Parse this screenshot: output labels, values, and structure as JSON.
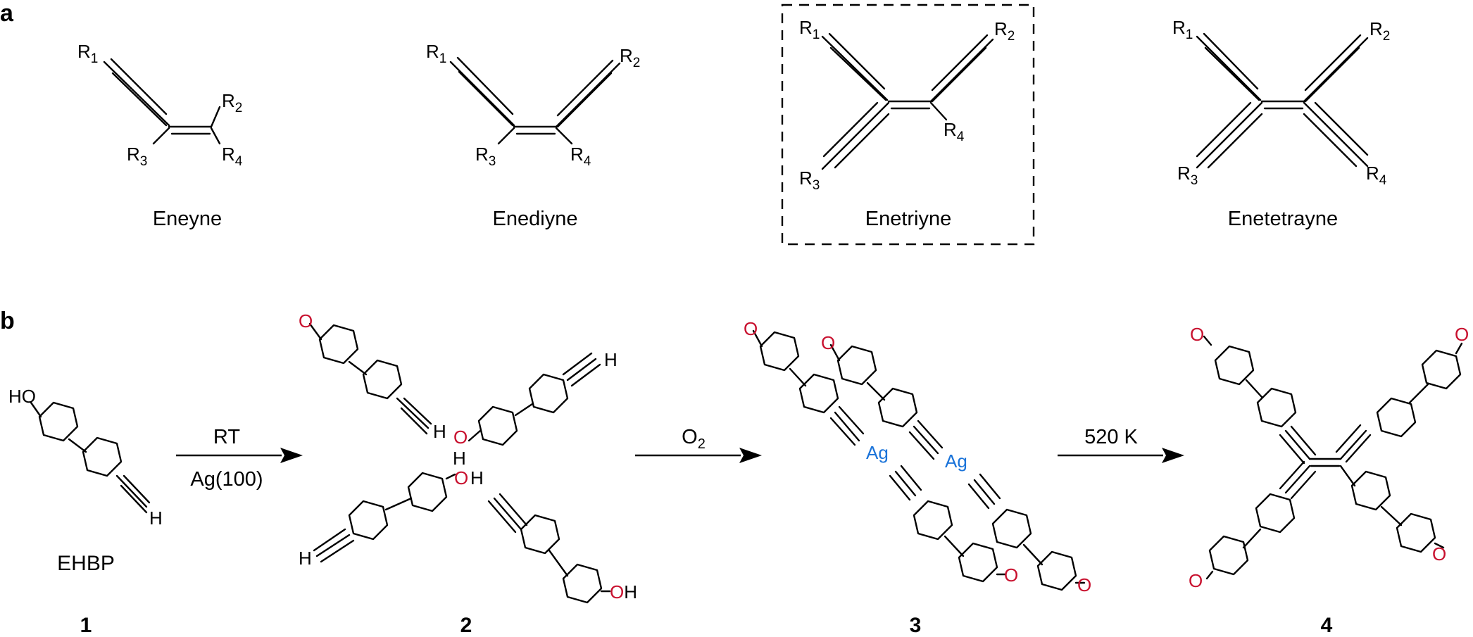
{
  "panels": [
    {
      "label": "a"
    },
    {
      "label": "b"
    }
  ],
  "panel_a": {
    "names": [
      "Eneyne",
      "Enediyne",
      "Enetriyne",
      "Enetetrayne"
    ]
  },
  "subst": {
    "r": "R",
    "s1": "1",
    "s2": "2",
    "s3": "3",
    "s4": "4"
  },
  "atoms": {
    "ho": "HO",
    "h": "H",
    "o": "O",
    "oh": "OH",
    "ag": "Ag",
    "o2_o": "O",
    "o2_sub": "2"
  },
  "reactions": [
    {
      "line1": "RT",
      "line2": "Ag(100)"
    },
    {
      "line1": "O",
      "line1_sub": "2"
    },
    {
      "line1": "520 K"
    }
  ],
  "compounds": {
    "ehbp": "EHBP",
    "numbers": [
      "1",
      "2",
      "3",
      "4"
    ]
  },
  "colors": {
    "oxygen": "#c8102e",
    "silver": "#1a73d9",
    "ink": "#000000"
  }
}
